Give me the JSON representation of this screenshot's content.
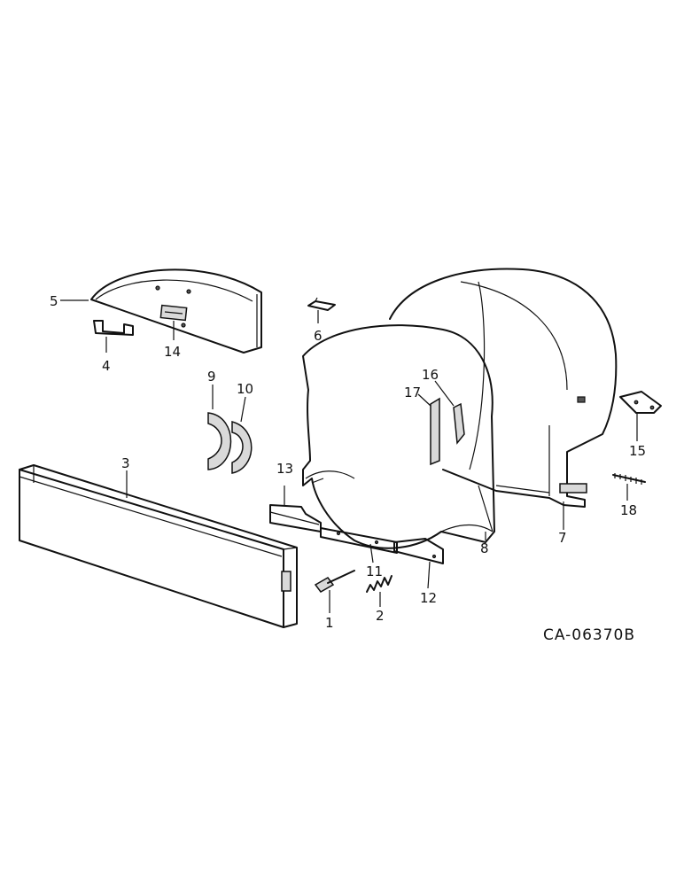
{
  "diagram": {
    "drawing_code": "CA-06370B",
    "callouts": [
      {
        "id": "1",
        "label": "1"
      },
      {
        "id": "2",
        "label": "2"
      },
      {
        "id": "3",
        "label": "3"
      },
      {
        "id": "4",
        "label": "4"
      },
      {
        "id": "5",
        "label": "5"
      },
      {
        "id": "6",
        "label": "6"
      },
      {
        "id": "7",
        "label": "7"
      },
      {
        "id": "8",
        "label": "8"
      },
      {
        "id": "9",
        "label": "9"
      },
      {
        "id": "10",
        "label": "10"
      },
      {
        "id": "11",
        "label": "11"
      },
      {
        "id": "12",
        "label": "12"
      },
      {
        "id": "13",
        "label": "13"
      },
      {
        "id": "14",
        "label": "14"
      },
      {
        "id": "15",
        "label": "15"
      },
      {
        "id": "16",
        "label": "16"
      },
      {
        "id": "17",
        "label": "17"
      },
      {
        "id": "18",
        "label": "18"
      }
    ]
  }
}
